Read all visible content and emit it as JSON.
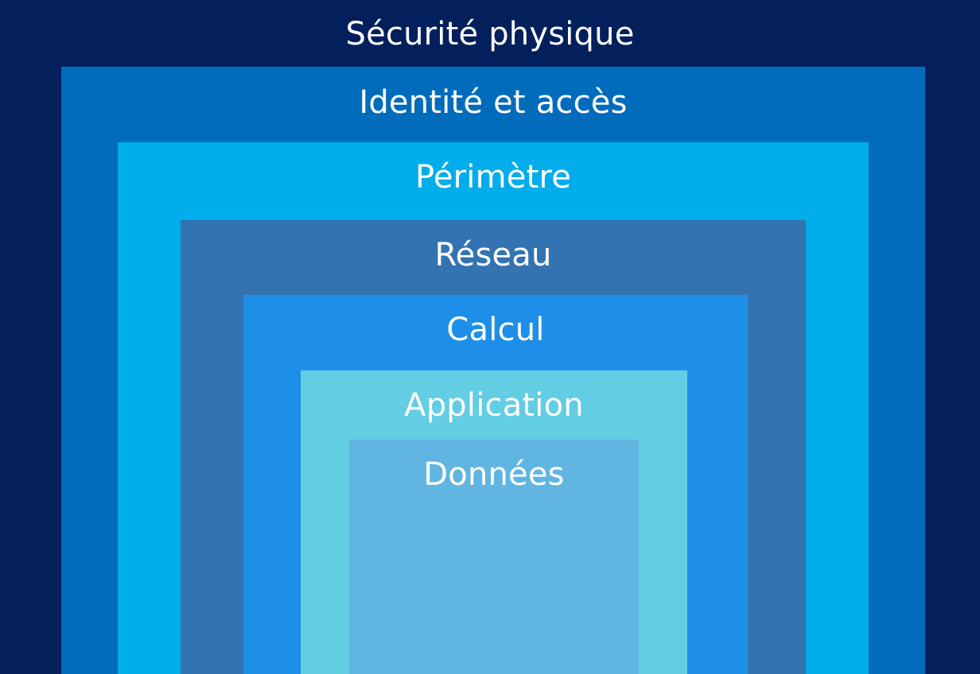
{
  "diagram": {
    "layers": [
      {
        "label": "Sécurité physique",
        "color": "#031f5c"
      },
      {
        "label": "Identité et accès",
        "color": "#016cbc"
      },
      {
        "label": "Périmètre",
        "color": "#01adea"
      },
      {
        "label": "Réseau",
        "color": "#3473b1"
      },
      {
        "label": "Calcul",
        "color": "#1e8fe8"
      },
      {
        "label": "Application",
        "color": "#62cde3"
      },
      {
        "label": "Données",
        "color": "#60b6e0"
      }
    ]
  }
}
